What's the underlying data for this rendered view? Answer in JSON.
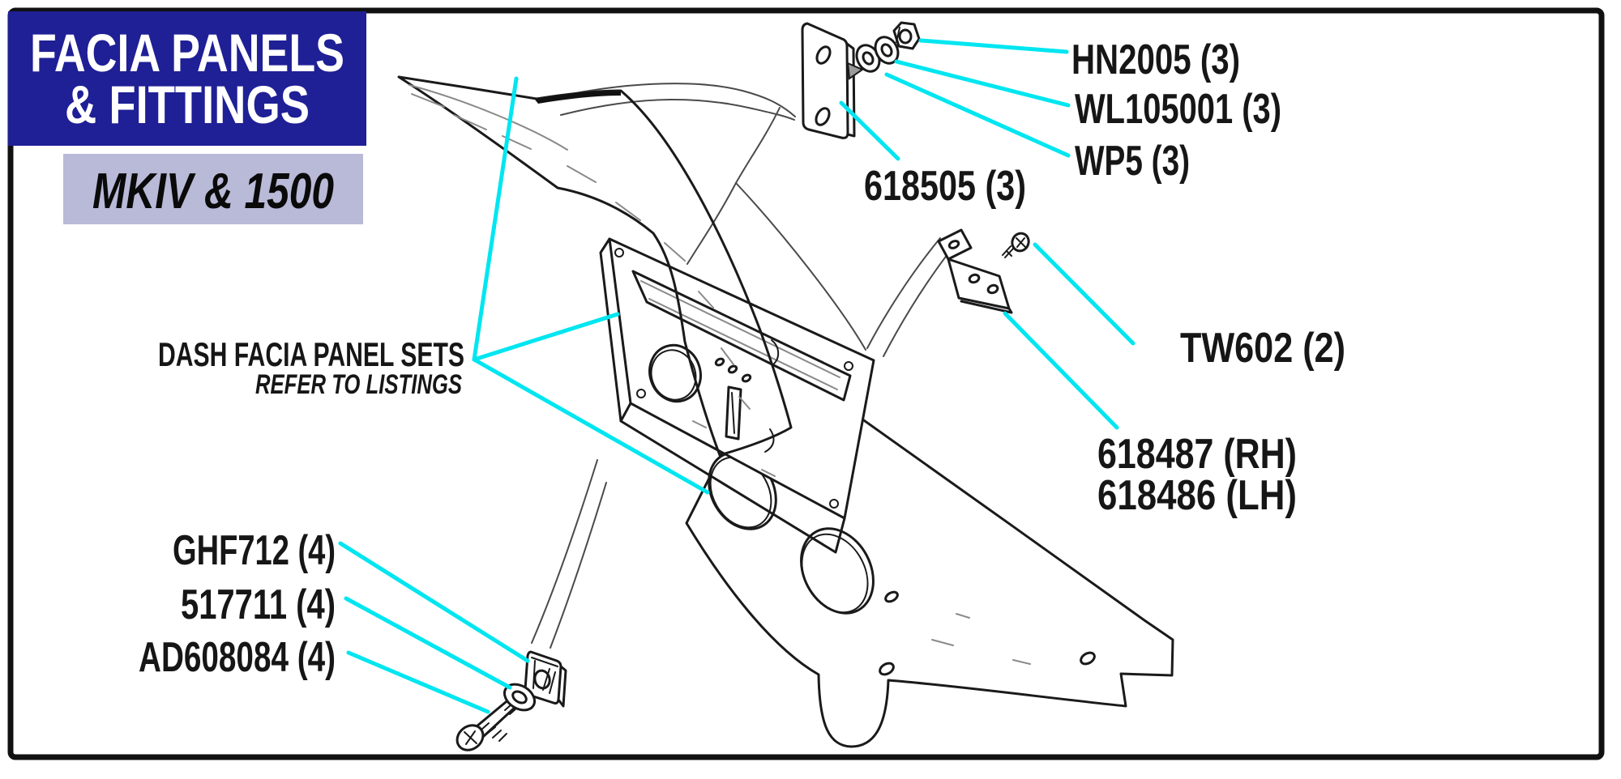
{
  "header": {
    "title_line1": "FACIA PANELS",
    "title_line2": "& FITTINGS",
    "model": "MKIV & 1500",
    "title_bg": "#1f1f96",
    "model_bg": "#b9b9d8"
  },
  "diagram": {
    "leader_color": "#00e6f0",
    "note": {
      "heading": "DASH FACIA PANEL SETS",
      "subheading": "REFER TO LISTINGS"
    },
    "labels": {
      "hn2005": "HN2005 (3)",
      "wl105001": "WL105001 (3)",
      "wp5": "WP5 (3)",
      "p618505": "618505 (3)",
      "tw602": "TW602 (2)",
      "p618487": "618487 (RH)",
      "p618486": "618486 (LH)",
      "ghf712": "GHF712 (4)",
      "p517711": "517711 (4)",
      "ad608084": "AD608084 (4)"
    }
  }
}
